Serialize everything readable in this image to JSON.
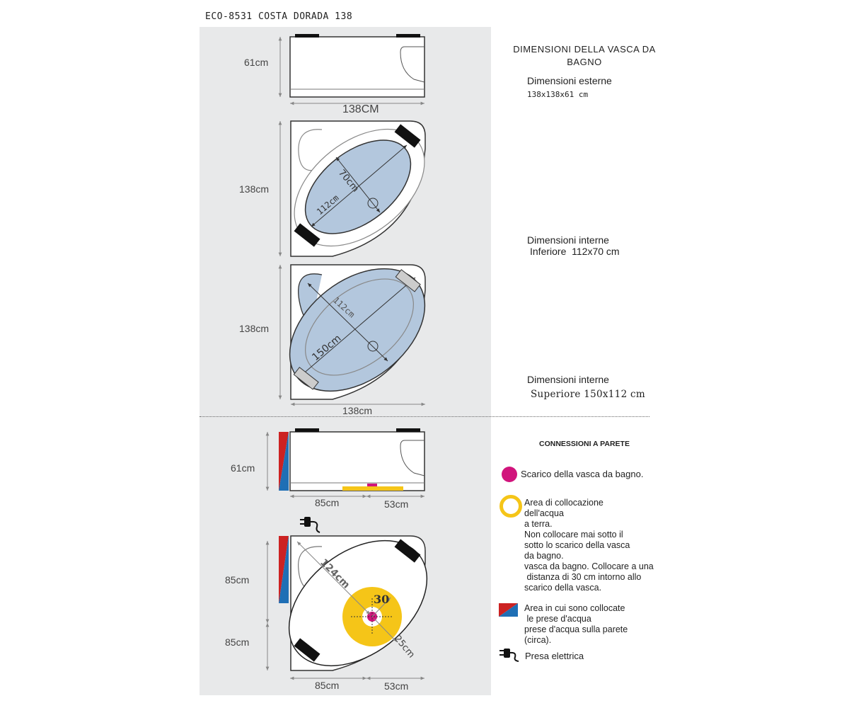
{
  "header": {
    "model_title": "ECO-8531 COSTA DORADA 138"
  },
  "views": {
    "side_top": {
      "height": "61cm",
      "width": "138CM"
    },
    "plan_inner_bottom": {
      "side": "138cm",
      "diag_long": "112cm",
      "diag_short": "70cm"
    },
    "plan_inner_top": {
      "side": "138cm",
      "bottom": "138cm",
      "diag_long": "150cm",
      "diag_short": "112cm"
    },
    "side_connections": {
      "height": "61cm",
      "left_len": "85cm",
      "right_len": "53cm"
    },
    "plan_connections": {
      "upper": "85cm",
      "lower": "85cm",
      "bottom_left": "85cm",
      "bottom_right": "53cm",
      "diag": "124cm",
      "radius_label": "30",
      "drain_dist": "25cm"
    }
  },
  "specs": {
    "title": "DIMENSIONI DELLA VASCA DA BAGNO",
    "external_label": "Dimensioni esterne",
    "external_value": "138x138x61 cm",
    "inner_lower_label": "Dimensioni interne",
    "inner_lower_value": "Inferiore  112x70 cm",
    "inner_upper_label": "Dimensioni interne",
    "inner_upper_value": "Superiore 150x112 cm"
  },
  "legend": {
    "title": "CONNESSIONI A PARETE",
    "drain": "Scarico della vasca da bagno.",
    "area_lines": [
      "Area di collocazione",
      "dell'acqua",
      "a terra.",
      "Non collocare mai sotto il",
      "sotto lo scarico della vasca",
      "da bagno.",
      "vasca da bagno. Collocare a una",
      " distanza di 30 cm intorno allo",
      "scarico della vasca."
    ],
    "water_lines": [
      "Area in cui sono collocate",
      " le prese d'acqua",
      "prese d'acqua sulla parete",
      "(circa)."
    ],
    "electric": "Presa elettrica"
  },
  "colors": {
    "basin_fill": "#b3c7dd",
    "drain_magenta": "#d1147c",
    "floor_area_yellow": "#f5c518",
    "water_red": "#cc2222",
    "water_blue": "#1f6fb5",
    "panel_bg": "#e8e9ea",
    "black_pad": "#111111"
  }
}
